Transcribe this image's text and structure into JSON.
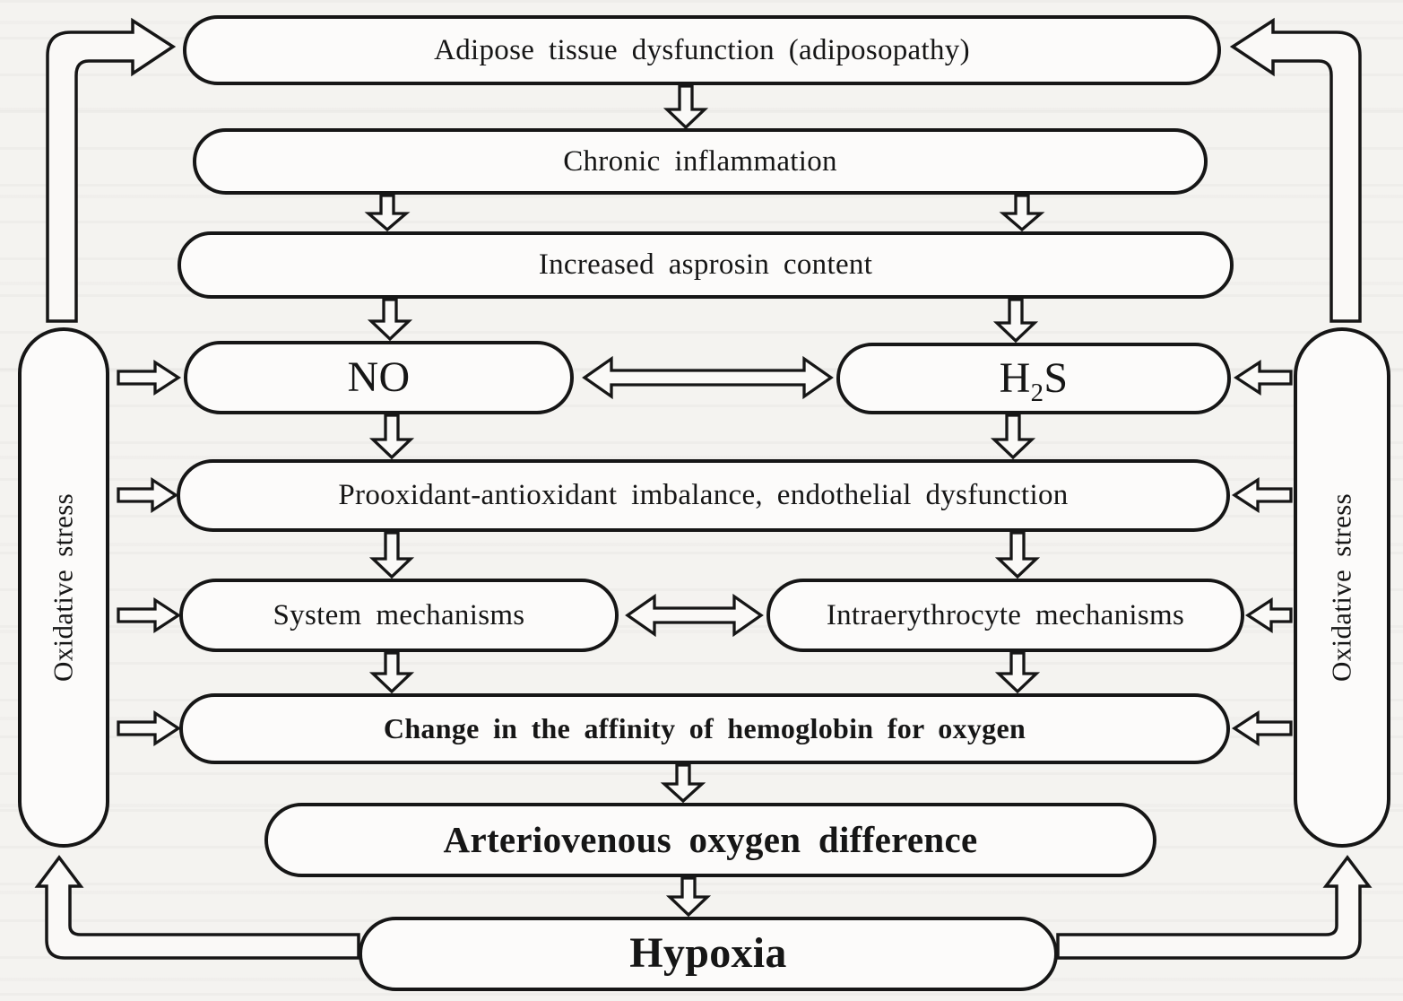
{
  "diagram": {
    "title_hint": "Pathogenesis flowchart",
    "colors": {
      "stroke": "#161616",
      "node_fill": "#fcfbfa",
      "arrow_fill": "#faf9f7",
      "background": "#f4f3f0"
    },
    "nodes": {
      "adipose": "Adipose tissue dysfunction (adiposopathy)",
      "inflammation": "Chronic inflammation",
      "asprosin": "Increased asprosin content",
      "no": "NO",
      "h2s": {
        "base": "H",
        "sub": "2",
        "rest": "S"
      },
      "imbalance": "Prooxidant-antioxidant imbalance, endothelial dysfunction",
      "system": "System mechanisms",
      "intraerythrocyte": "Intraerythrocyte mechanisms",
      "affinity": "Change in the affinity of hemoglobin for oxygen",
      "avdiff": "Arteriovenous oxygen difference",
      "hypoxia": "Hypoxia",
      "oxidative_left": "Oxidative stress",
      "oxidative_right": "Oxidative stress"
    }
  }
}
